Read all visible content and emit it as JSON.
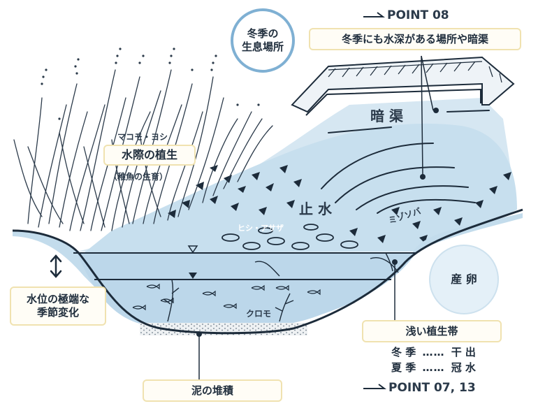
{
  "colors": {
    "water": "#cfe3f0",
    "water_mid": "#b4d2e6",
    "ink": "#2b3a4a",
    "line": "#1c2b3a",
    "label_border": "#f0e2b0",
    "circle_border": "#7fb0d3",
    "circle_fill": "#e4f0f8"
  },
  "circles": {
    "winter_habitat": "冬季の\n生息場所",
    "spawning": "産 卵"
  },
  "point_top": "POINT 08",
  "point_bottom": "POINT 07, 13",
  "winter_depth_box": "冬季にも水深がある場所や暗渠",
  "culvert": "暗 渠",
  "still_water": "止 水",
  "reed_species": "マコモ・ヨシ",
  "waterside_vegetation": "水際の植生",
  "fry_growth": "（稚魚の生育）",
  "hishi": "ヒシ・アサザ",
  "mizosoba": "ミゾソバ",
  "water_level_box": "水位の極端な\n季節変化",
  "kuromo": "クロモ",
  "shallow_vegetation": "浅い植生帯",
  "seasons": [
    {
      "season": "冬 季",
      "state": "干 出"
    },
    {
      "season": "夏 季",
      "state": "冠 水"
    }
  ],
  "mud_box": "泥の堆積",
  "icons": {
    "arrow": "arrow-icon",
    "updown": "up-down-arrow-icon",
    "triangle": "water-level-triangle-icon"
  }
}
